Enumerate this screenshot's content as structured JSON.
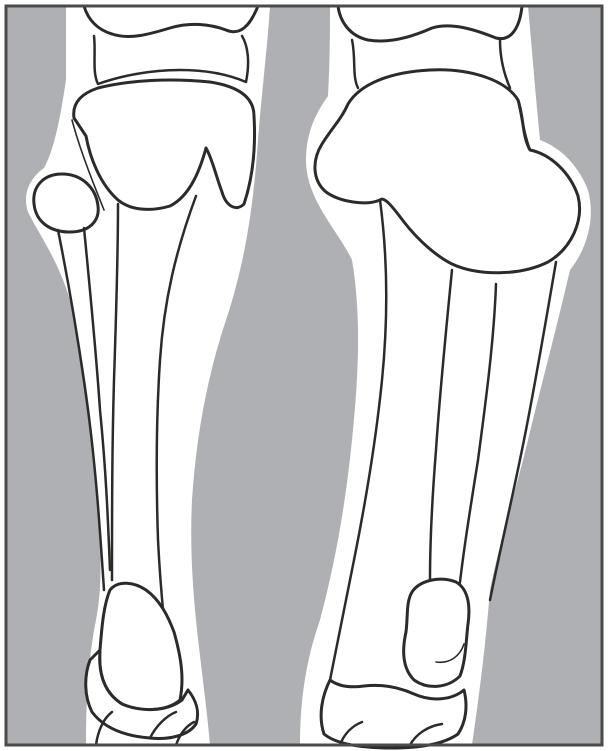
{
  "figure": {
    "background_color": "#aeb0b3",
    "silhouette_color": "#ffffff",
    "outline_color": "#2b2b2b",
    "frame_color": "#4a4a4a",
    "views": [
      {
        "id": "anterior",
        "structures": [
          "femur-condyles",
          "patella-region",
          "tibia",
          "fibula",
          "fibular-head",
          "ankle-talus",
          "foot-bones"
        ]
      },
      {
        "id": "posterior",
        "structures": [
          "femur-condyles",
          "tibial-plateau",
          "tibia",
          "fibula",
          "calcaneus-area",
          "ankle-talus",
          "foot-bones"
        ]
      }
    ]
  }
}
